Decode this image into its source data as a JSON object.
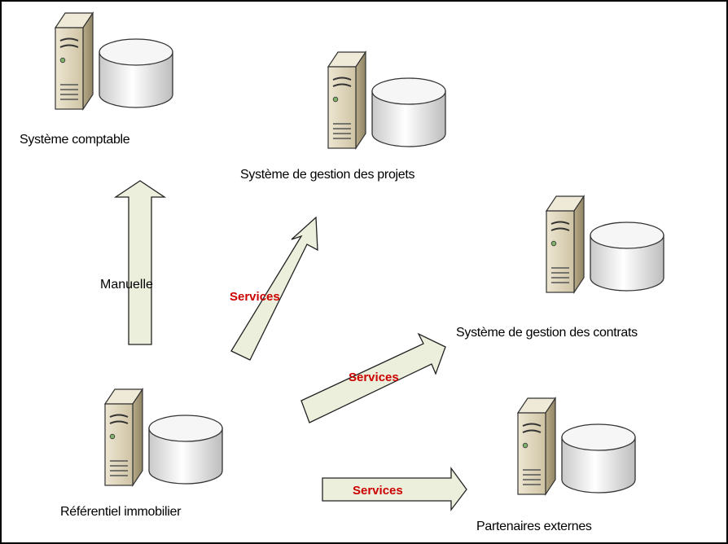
{
  "nodes": {
    "comptable": {
      "label": "Système comptable"
    },
    "projets": {
      "label": "Système de gestion des projets"
    },
    "contrats": {
      "label": "Système de gestion des contrats"
    },
    "referentiel": {
      "label": "Référentiel immobilier"
    },
    "partenaires": {
      "label": "Partenaires externes"
    }
  },
  "flows": {
    "manuelle": {
      "label": "Manuelle"
    },
    "services_projets": {
      "label": "Services"
    },
    "services_contrats": {
      "label": "Services"
    },
    "services_partenaires": {
      "label": "Services"
    }
  },
  "colors": {
    "arrow_fill": "#ebefdc",
    "arrow_stroke": "#222222",
    "services_text": "#cc0000",
    "manuelle_text": "#000000",
    "server_front": "#d7ccb2",
    "server_side": "#b5a986",
    "disk_fill": "#ededed"
  }
}
